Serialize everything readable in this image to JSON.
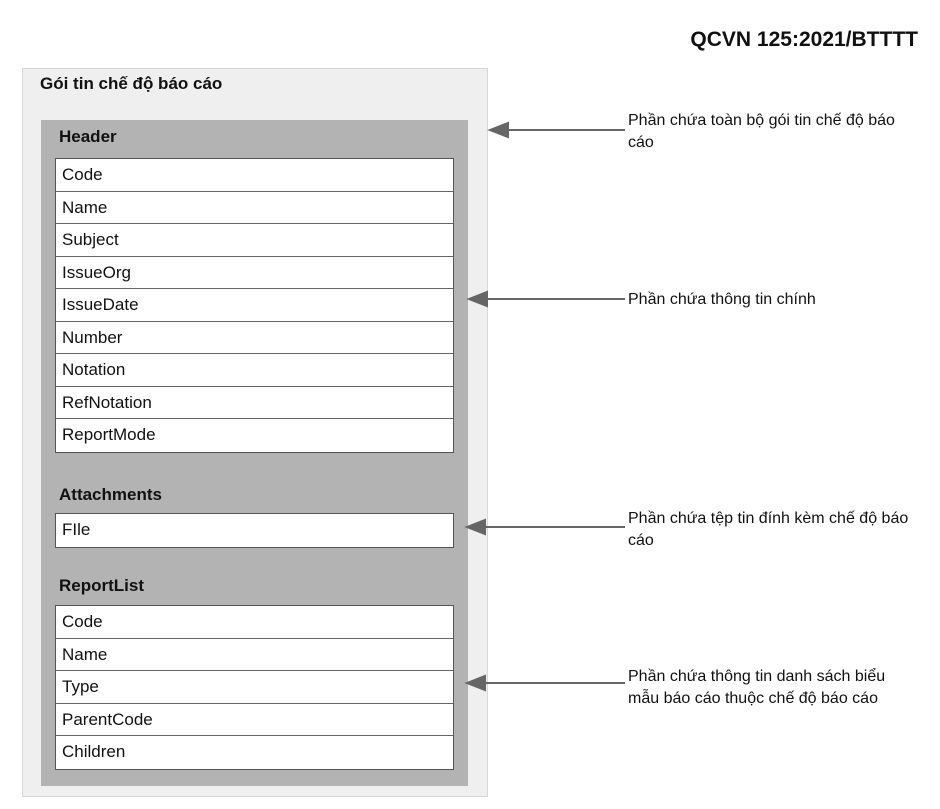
{
  "document_code": "QCVN 125:2021/BTTTT",
  "package": {
    "title": "Gói tin chế độ báo cáo",
    "sections": [
      {
        "label": "Header",
        "fields": [
          "Code",
          "Name",
          "Subject",
          "IssueOrg",
          "IssueDate",
          "Number",
          "Notation",
          "RefNotation",
          "ReportMode"
        ]
      },
      {
        "label": "Attachments",
        "fields": [
          "FIle"
        ]
      },
      {
        "label": "ReportList",
        "fields": [
          "Code",
          "Name",
          "Type",
          "ParentCode",
          "Children"
        ]
      }
    ]
  },
  "annotations": [
    "Phần chứa toàn bộ gói tin chế độ báo cáo",
    "Phần chứa thông tin chính",
    "Phần chứa tệp tin đính kèm chế độ báo cáo",
    "Phần chứa thông tin danh sách biểu mẫu báo cáo thuộc chế độ báo cáo"
  ]
}
